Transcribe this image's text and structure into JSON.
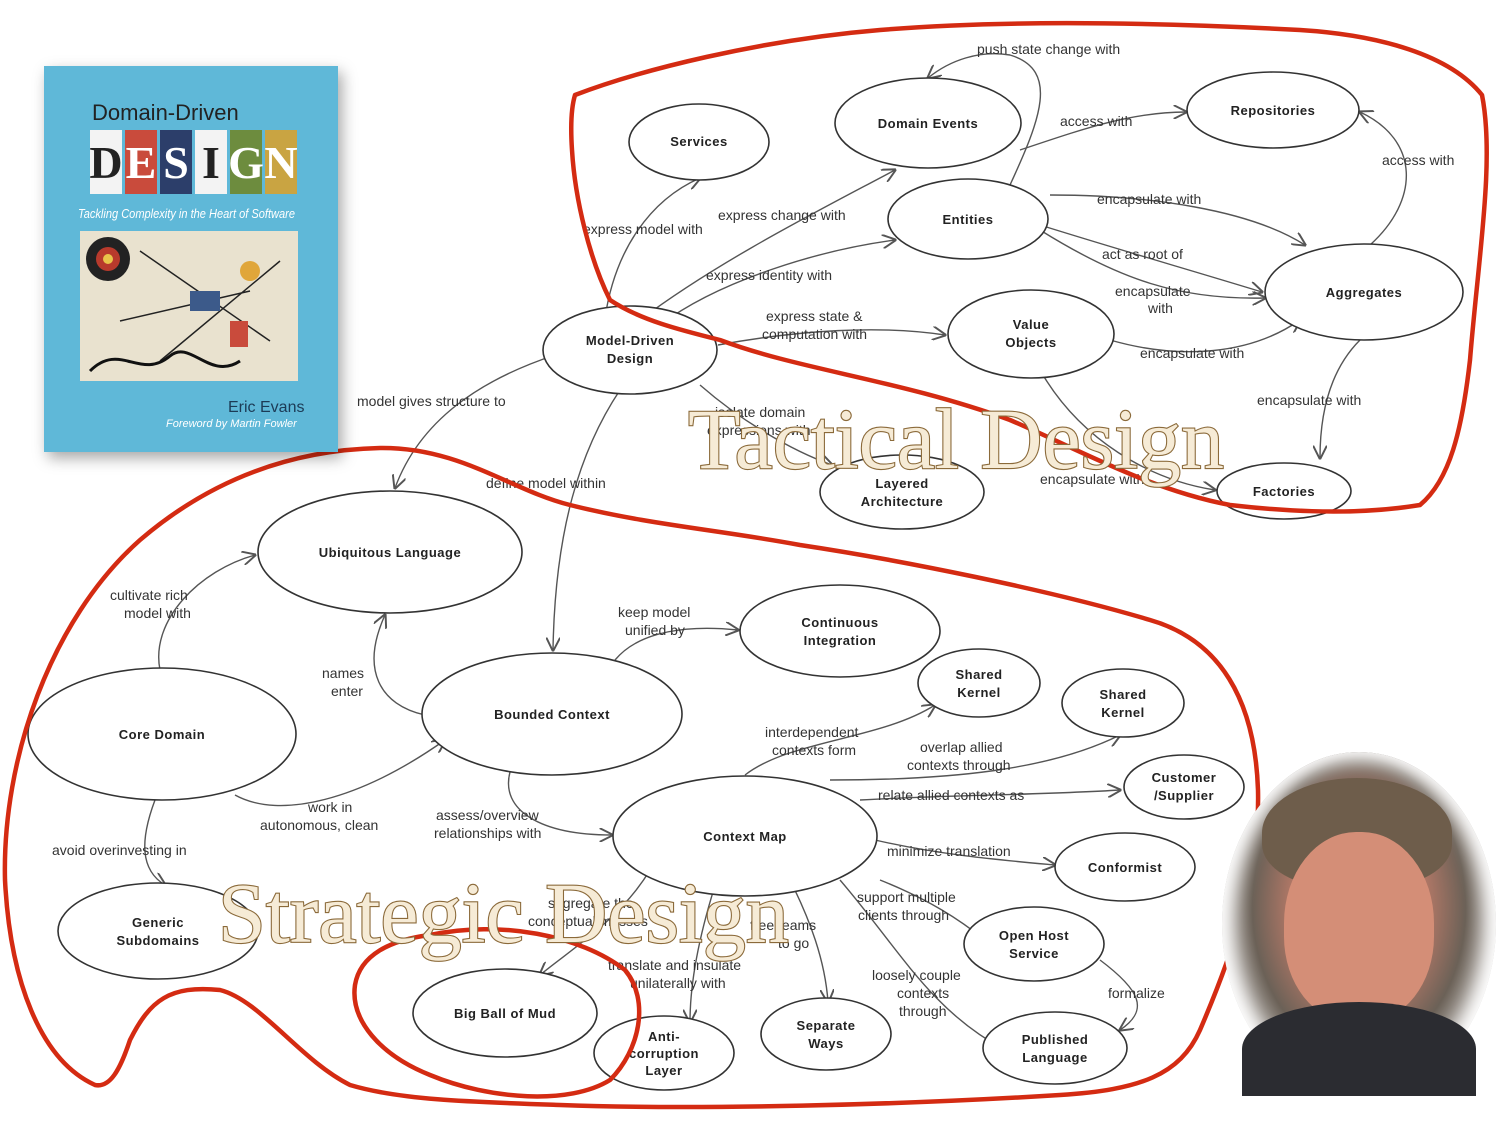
{
  "nodes": {
    "services": "Services",
    "domain_events": "Domain Events",
    "repositories": "Repositories",
    "entities": "Entities",
    "aggregates": "Aggregates",
    "value_objects_1": "Value",
    "value_objects_2": "Objects",
    "model_driven_1": "Model-Driven",
    "model_driven_2": "Design",
    "layered_1": "Layered",
    "layered_2": "Architecture",
    "factories": "Factories",
    "ubiquitous": "Ubiquitous Language",
    "continuous_1": "Continuous",
    "continuous_2": "Integration",
    "bounded": "Bounded Context",
    "core": "Core Domain",
    "shared_kernel_a_1": "Shared",
    "shared_kernel_a_2": "Kernel",
    "shared_kernel_b_1": "Shared",
    "shared_kernel_b_2": "Kernel",
    "customer_1": "Customer",
    "customer_2": "/Supplier",
    "context_map": "Context Map",
    "conformist": "Conformist",
    "generic_1": "Generic",
    "generic_2": "Subdomains",
    "open_host_1": "Open Host",
    "open_host_2": "Service",
    "big_ball": "Big Ball of Mud",
    "separate_1": "Separate",
    "separate_2": "Ways",
    "published_1": "Published",
    "published_2": "Language",
    "acl_1": "Anti-",
    "acl_2": "corruption",
    "acl_3": "Layer"
  },
  "edges": {
    "push_state": "push state change with",
    "access_with_1": "access with",
    "access_with_2": "access with",
    "express_model": "express model with",
    "express_change": "express change with",
    "encapsulate_1": "encapsulate with",
    "express_identity": "express identity with",
    "act_as_root": "act as root of",
    "encapsulate_2a": "encapsulate",
    "encapsulate_2b": "with",
    "express_state_1": "express state &",
    "express_state_2": "computation with",
    "encapsulate_3": "encapsulate with",
    "model_gives": "model gives structure to",
    "isolate_1": "isolate domain",
    "isolate_2": "expressions with",
    "encapsulate_4": "encapsulate with",
    "encapsulate_5": "encapsulate with",
    "define_model": "define model within",
    "cultivate_1": "cultivate rich",
    "cultivate_2": "model with",
    "keep_model_1": "keep model",
    "keep_model_2": "unified by",
    "names_1": "names",
    "names_2": "enter",
    "interdependent_1": "interdependent",
    "interdependent_2": "contexts form",
    "overlap_1": "overlap allied",
    "overlap_2": "contexts through",
    "relate_allied": "relate allied contexts as",
    "work_in_1": "work in",
    "work_in_2": "autonomous, clean",
    "assess_1": "assess/overview",
    "assess_2": "relationships with",
    "minimize": "minimize translation",
    "avoid": "avoid overinvesting in",
    "support_1": "support multiple",
    "support_2": "clients through",
    "segregate_1": "segregate the",
    "segregate_2": "conceptual messes",
    "free_1": "free teams",
    "free_2": "to go",
    "translate_1": "translate and insulate",
    "translate_2": "unilaterally with",
    "loosely_1": "loosely couple",
    "loosely_2": "contexts",
    "loosely_3": "through",
    "formalize": "formalize"
  },
  "overlay": {
    "tactical": "Tactical Design",
    "strategic": "Strategic Design"
  },
  "book": {
    "title_small": "Domain-Driven",
    "title_letters": [
      "D",
      "E",
      "S",
      "I",
      "G",
      "N"
    ],
    "subtitle": "Tackling Complexity in the Heart of Software",
    "author": "Eric Evans",
    "foreword": "Foreword by Martin Fowler"
  },
  "colors": {
    "outline": "#d42b12",
    "book": "#5fb8d8",
    "overlay_fill": "#f6ebd6",
    "overlay_stroke": "#8b6a3a"
  }
}
